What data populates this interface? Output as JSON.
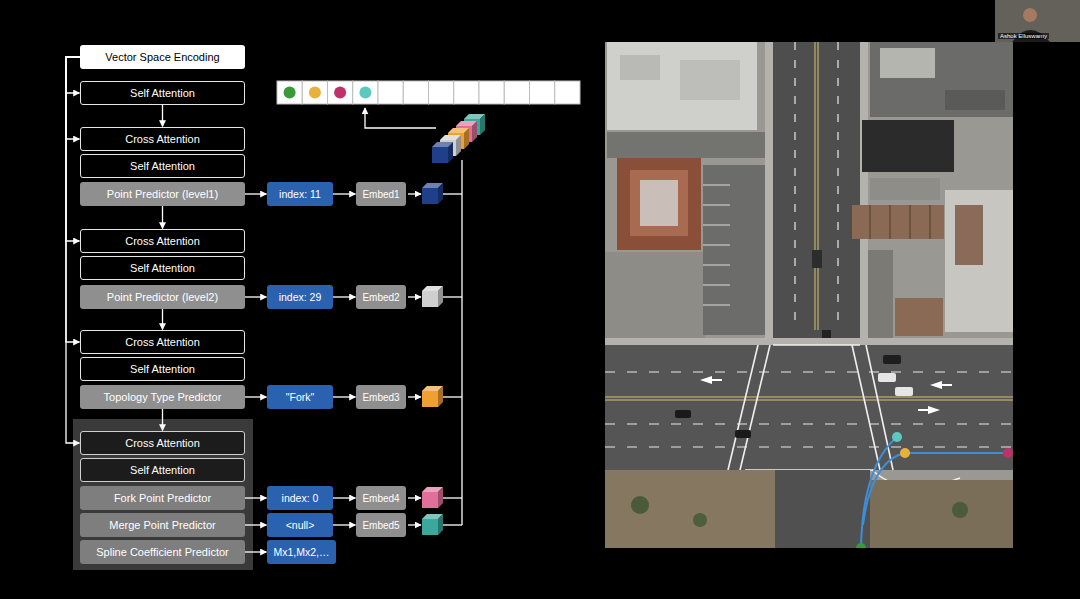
{
  "diagram": {
    "nodes": [
      {
        "text": [
          "Vector Space Encoding"
        ]
      },
      {
        "text": [
          "Self Attention"
        ]
      },
      {
        "text": [
          "Cross Attention"
        ]
      },
      {
        "text": [
          "Self Attention"
        ]
      },
      {
        "text": [
          "Point Predictor (level1)"
        ]
      },
      {
        "text": [
          "index: 11"
        ]
      },
      {
        "text": [
          "Embed1"
        ]
      },
      {
        "text": [
          "Cross Attention"
        ]
      },
      {
        "text": [
          "Self Attention"
        ]
      },
      {
        "text": [
          "Point Predictor (level2)"
        ]
      },
      {
        "text": [
          "index: 29"
        ]
      },
      {
        "text": [
          "Embed2"
        ]
      },
      {
        "text": [
          "Cross Attention"
        ]
      },
      {
        "text": [
          "Self Attention"
        ]
      },
      {
        "text": [
          "Topology Type Predictor"
        ]
      },
      {
        "text": [
          "\"Fork\""
        ]
      },
      {
        "text": [
          "Embed3"
        ]
      },
      {
        "text": [
          "Cross Attention"
        ]
      },
      {
        "text": [
          "Self Attention"
        ]
      },
      {
        "text": [
          "Fork Point Predictor"
        ]
      },
      {
        "text": [
          "index: 0"
        ]
      },
      {
        "text": [
          "Embed4"
        ]
      },
      {
        "text": [
          "Merge Point Predictor"
        ]
      },
      {
        "text": [
          "<null>"
        ]
      },
      {
        "text": [
          "Embed5"
        ]
      },
      {
        "text": [
          "Spline Coefficient Predictor"
        ]
      },
      {
        "text": [
          "Mx1,Mx2,…"
        ]
      }
    ],
    "edges": [
      {
        "from": 0,
        "to": 1,
        "arrow": "to"
      },
      {
        "from": 0,
        "to": 2,
        "arrow": "to"
      },
      {
        "from": 0,
        "to": 7,
        "arrow": "to"
      },
      {
        "from": 0,
        "to": 12,
        "arrow": "to"
      },
      {
        "from": 0,
        "to": 17,
        "arrow": "to"
      },
      {
        "from": 1,
        "to": 2,
        "arrow": "to"
      },
      {
        "from": 4,
        "to": 7,
        "arrow": "to"
      },
      {
        "from": 9,
        "to": 12,
        "arrow": "to"
      },
      {
        "from": 14,
        "to": 17,
        "arrow": "to"
      },
      {
        "from": 4,
        "to": 5,
        "arrow": "to"
      },
      {
        "from": 5,
        "to": 6,
        "arrow": "to"
      },
      {
        "from": 9,
        "to": 10,
        "arrow": "to"
      },
      {
        "from": 10,
        "to": 11,
        "arrow": "to"
      },
      {
        "from": 14,
        "to": 15,
        "arrow": "to"
      },
      {
        "from": 15,
        "to": 16,
        "arrow": "to"
      },
      {
        "from": 19,
        "to": 20,
        "arrow": "to"
      },
      {
        "from": 20,
        "to": 21,
        "arrow": "to"
      },
      {
        "from": 22,
        "to": 23,
        "arrow": "to"
      },
      {
        "from": 23,
        "to": 24,
        "arrow": "to"
      },
      {
        "from": 25,
        "to": 26,
        "arrow": "to"
      }
    ],
    "labels": [
      "Ashok Elluswamy"
    ]
  }
}
